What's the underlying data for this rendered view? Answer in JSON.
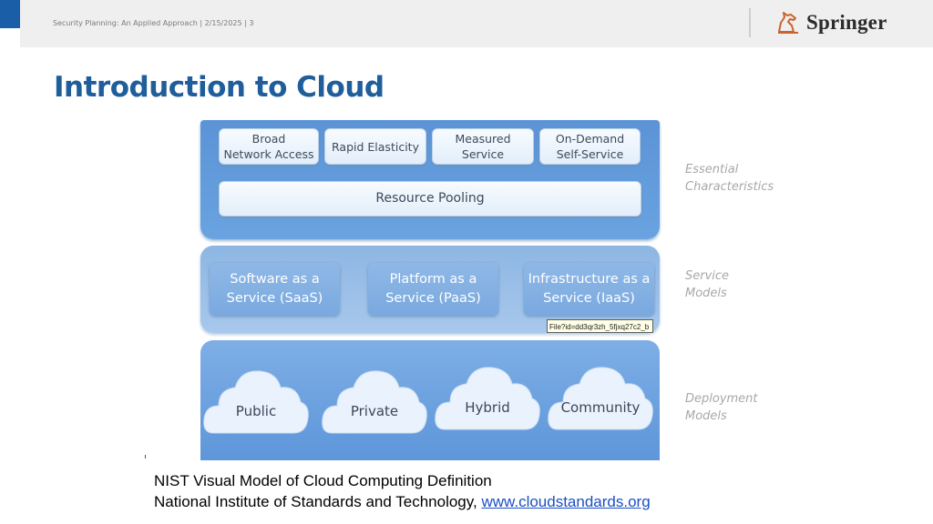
{
  "header": {
    "breadcrumb": "Security Planning: An Applied Approach | 2/15/2025 | 3",
    "logo_text": "Springer",
    "logo_icon": "springer-horse-icon"
  },
  "slide": {
    "title": "Introduction to Cloud"
  },
  "diagram": {
    "essential_characteristics": [
      "Broad\nNetwork Access",
      "Rapid Elasticity",
      "Measured Service",
      "On-Demand\nSelf-Service"
    ],
    "resource_pooling": "Resource Pooling",
    "service_models": [
      "Software as a\nService (SaaS)",
      "Platform as a\nService (PaaS)",
      "Infrastructure as a\nService (IaaS)"
    ],
    "deployment_models": [
      "Public",
      "Private",
      "Hybrid",
      "Community"
    ],
    "side_labels": {
      "essential": "Essential\nCharacteristics",
      "service": "Service\nModels",
      "deployment": "Deployment\nModels"
    },
    "tooltip": "File?id=dd3qr3zh_5fjxq27c2_b"
  },
  "caption": {
    "line1": "NIST Visual Model of Cloud Computing Definition",
    "line2_prefix": "National Institute of Standards and Technology, ",
    "link": "www.cloudstandards.org"
  },
  "colors": {
    "accent": "#1a5ea8",
    "title": "#1f5e9b",
    "link": "#1a4fc4"
  }
}
